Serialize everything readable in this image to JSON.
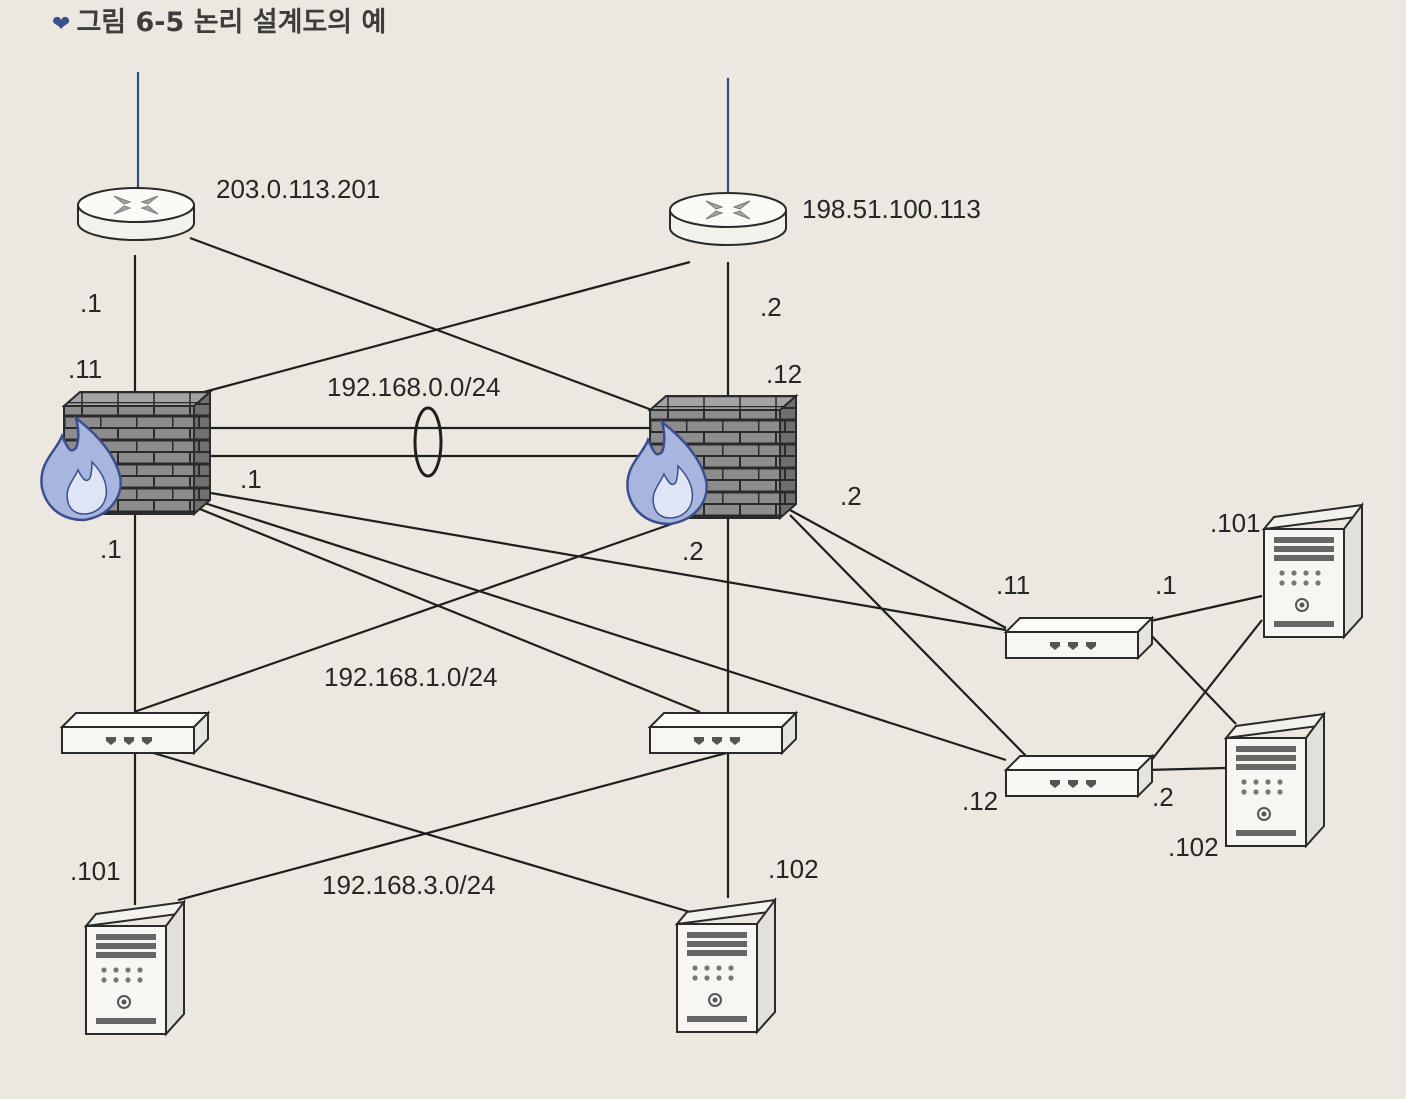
{
  "caption": {
    "marker": "❤",
    "text": "그림 6-5 논리 설계도의 예"
  },
  "colors": {
    "background": "#ece8e0",
    "line": "#1f1f1f",
    "uplink": "#2f4f8a",
    "device_fill": "#f7f6f2",
    "brick": "#8a8a8a",
    "flame": "#9aa9d6",
    "flame_edge": "#3b4f8f"
  },
  "network": {
    "subnets": [
      "192.168.0.0/24",
      "192.168.1.0/24",
      "192.168.3.0/24"
    ]
  },
  "devices": {
    "router_left": {
      "type": "router",
      "address": "203.0.113.201",
      "iface": ".1"
    },
    "router_right": {
      "type": "router",
      "address": "198.51.100.113",
      "iface": ".2"
    },
    "firewall_left": {
      "type": "firewall",
      "addr_top": ".11",
      "addr_right": ".1",
      "addr_bottom": ".1"
    },
    "firewall_right": {
      "type": "firewall",
      "addr_top": ".12",
      "addr_right": ".2",
      "addr_bottom": ".2"
    },
    "switch_right_top": {
      "type": "switch",
      "addr_left": ".11",
      "addr_right": ".1"
    },
    "switch_right_bottom": {
      "type": "switch",
      "addr_left": ".12",
      "addr_right": ".2"
    },
    "server_right_top": {
      "type": "server",
      "address": ".101"
    },
    "server_right_bottom": {
      "type": "server",
      "address": ".102"
    },
    "server_left_bottom": {
      "type": "server",
      "address": ".101"
    },
    "server_mid_bottom": {
      "type": "server",
      "address": ".102"
    }
  }
}
